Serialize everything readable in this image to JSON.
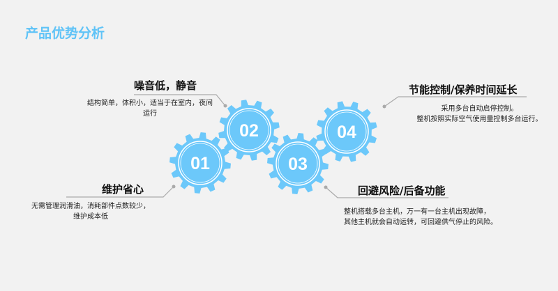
{
  "page_title": "产品优势分析",
  "colors": {
    "gear": "#6cc8fa",
    "title": "#5fc3f7",
    "line": "#aaaaaa"
  },
  "features": [
    {
      "number": "01",
      "heading": "维护省心",
      "desc": [
        "无需管理润滑油，消耗部件点数较少，",
        "维护成本低"
      ]
    },
    {
      "number": "02",
      "heading": "噪音低，静音",
      "desc": [
        "结构简单，体积小，适当于在室内，夜间",
        "运行"
      ]
    },
    {
      "number": "03",
      "heading": "回避风险/后备功能",
      "desc": [
        "整机搭载多台主机，万一有一台主机出现故障，",
        "其他主机就会自动运转，可回避供气停止的风险。"
      ]
    },
    {
      "number": "04",
      "heading": "节能控制/保养时间延长",
      "desc": [
        "采用多台自动启停控制。",
        "整机按照实际空气使用量控制多台运行。"
      ]
    }
  ]
}
